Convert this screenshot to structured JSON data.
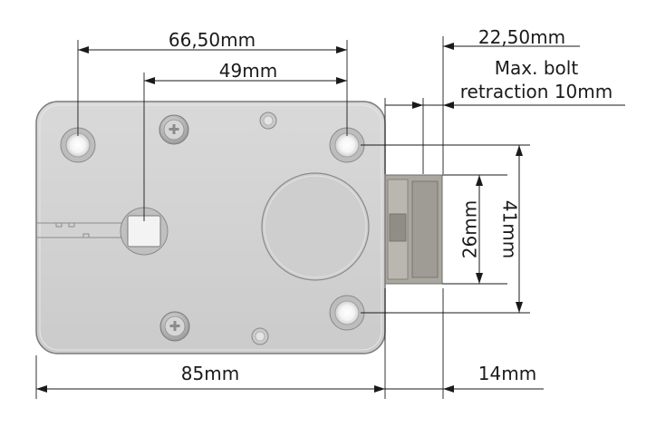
{
  "dimensions": {
    "center_spacing": "66,50mm",
    "key_offset": "49mm",
    "bolt_protrusion": "22,50mm",
    "max_retraction_line1": "Max. bolt",
    "max_retraction_line2": "retraction 10mm",
    "bolt_height": "26mm",
    "hole_spacing_vertical": "41mm",
    "body_width": "85mm",
    "bolt_length": "14mm"
  },
  "colors": {
    "body_fill": "#d4d4d4",
    "body_stroke": "#7a7a7a",
    "bolt_fill": "#a6a49c",
    "line": "#1a1a1a"
  }
}
